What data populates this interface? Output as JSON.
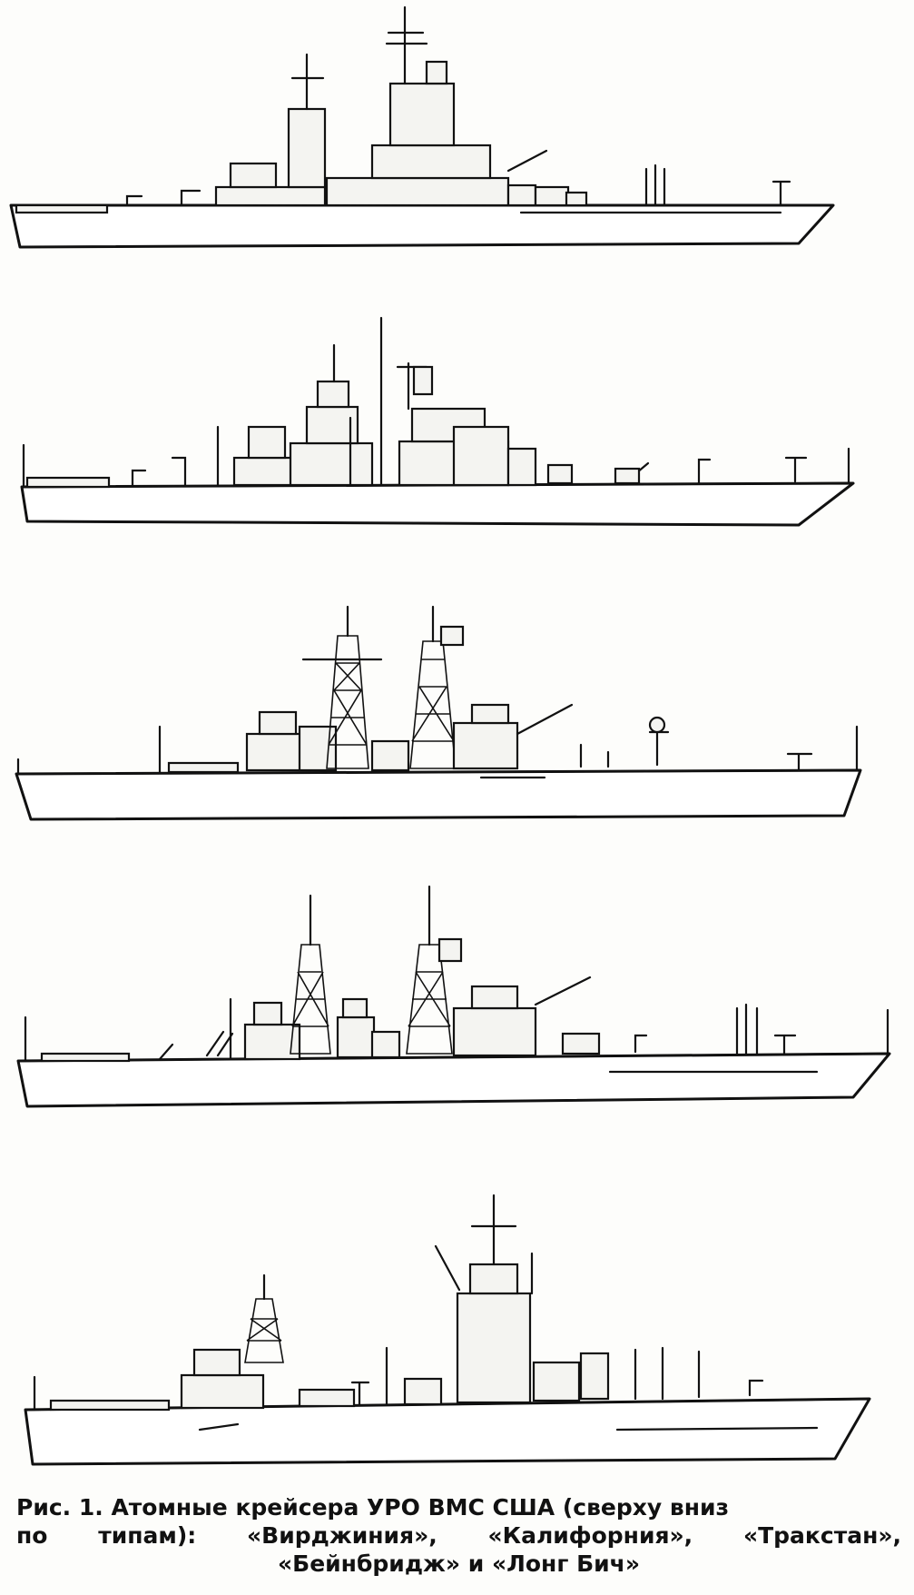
{
  "figure": {
    "caption": {
      "line1": "Рис. 1. Атомные крейсера УРО ВМС США (сверху вниз",
      "line2": "по типам): «Вирджиния», «Калифорния», «Тракстан»,",
      "line3": "«Бейнбридж» и «Лонг Бич»"
    },
    "ships": [
      "Вирджиния",
      "Калифорния",
      "Тракстан",
      "Бейнбридж",
      "Лонг Бич"
    ]
  }
}
